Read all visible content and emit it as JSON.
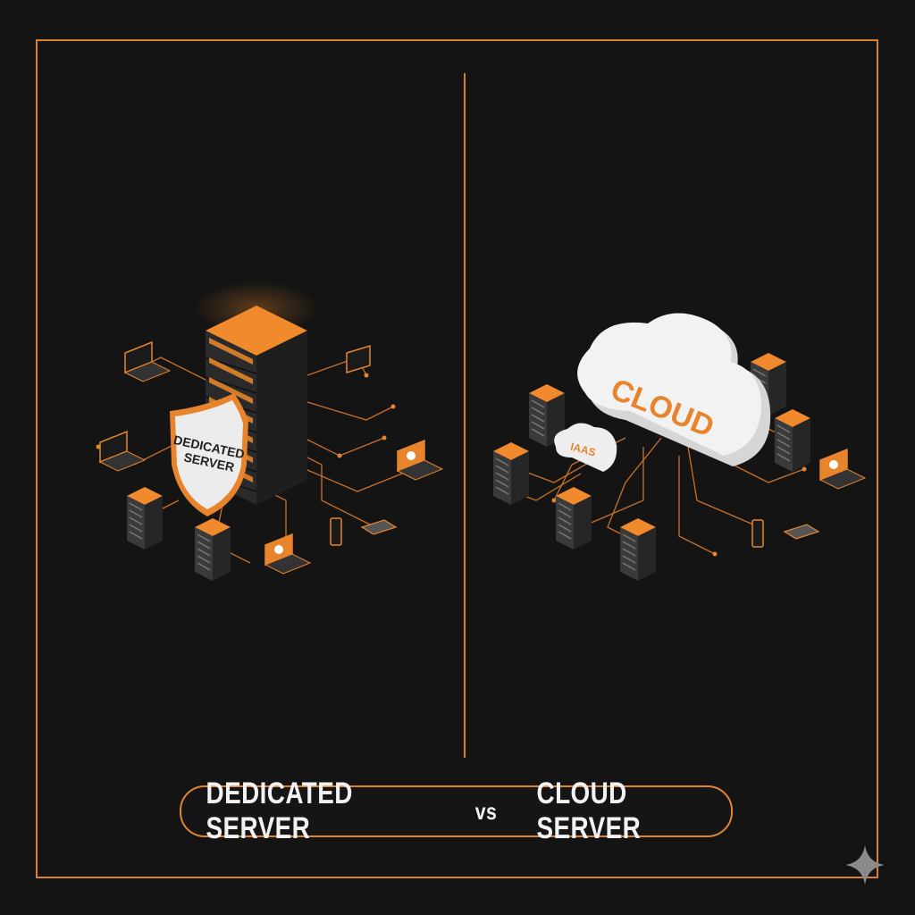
{
  "illustration": {
    "left_panel": {
      "shield_text_line1": "DEDICATED",
      "shield_text_line2": "SERVER"
    },
    "right_panel": {
      "cloud_text": "CLOUD",
      "small_cloud_text": "IAAS"
    }
  },
  "footer": {
    "left_label": "DEDICATED SERVER",
    "vs_label": "vs",
    "right_label": "CLOUD SERVER"
  },
  "colors": {
    "background": "#141414",
    "accent": "#e8842c",
    "cloud": "#f0f0f0",
    "text": "#f2f2f2"
  }
}
